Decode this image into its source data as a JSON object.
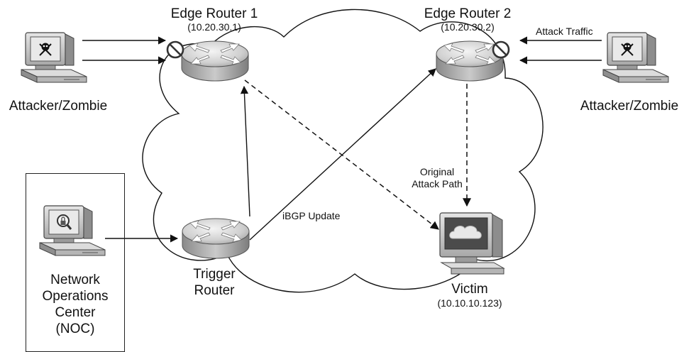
{
  "edge_router_1": {
    "label": "Edge Router 1",
    "ip": "(10.20.30.1)"
  },
  "edge_router_2": {
    "label": "Edge Router 2",
    "ip": "(10.20.30.2)"
  },
  "attacker_left": {
    "label": "Attacker/Zombie",
    "icon": "skull-crossbones-icon"
  },
  "attacker_right": {
    "label": "Attacker/Zombie",
    "icon": "skull-crossbones-icon"
  },
  "attack_traffic": {
    "label": "Attack Traffic"
  },
  "trigger_router": {
    "line1": "Trigger",
    "line2": "Router"
  },
  "noc": {
    "line1": "Network",
    "line2": "Operations",
    "line3": "Center",
    "line4": "(NOC)",
    "icon": "magnifier-lock-icon"
  },
  "victim": {
    "label": "Victim",
    "ip": "(10.10.10.123)",
    "icon": "cloud-screen-icon"
  },
  "ibgp": {
    "label": "iBGP Update"
  },
  "original_path": {
    "line1": "Original",
    "line2": "Attack Path"
  },
  "colors": {
    "line": "#111111",
    "device_face": "#d8d8d8",
    "device_shadow": "#9a9a9a",
    "block": "#ffffff"
  }
}
